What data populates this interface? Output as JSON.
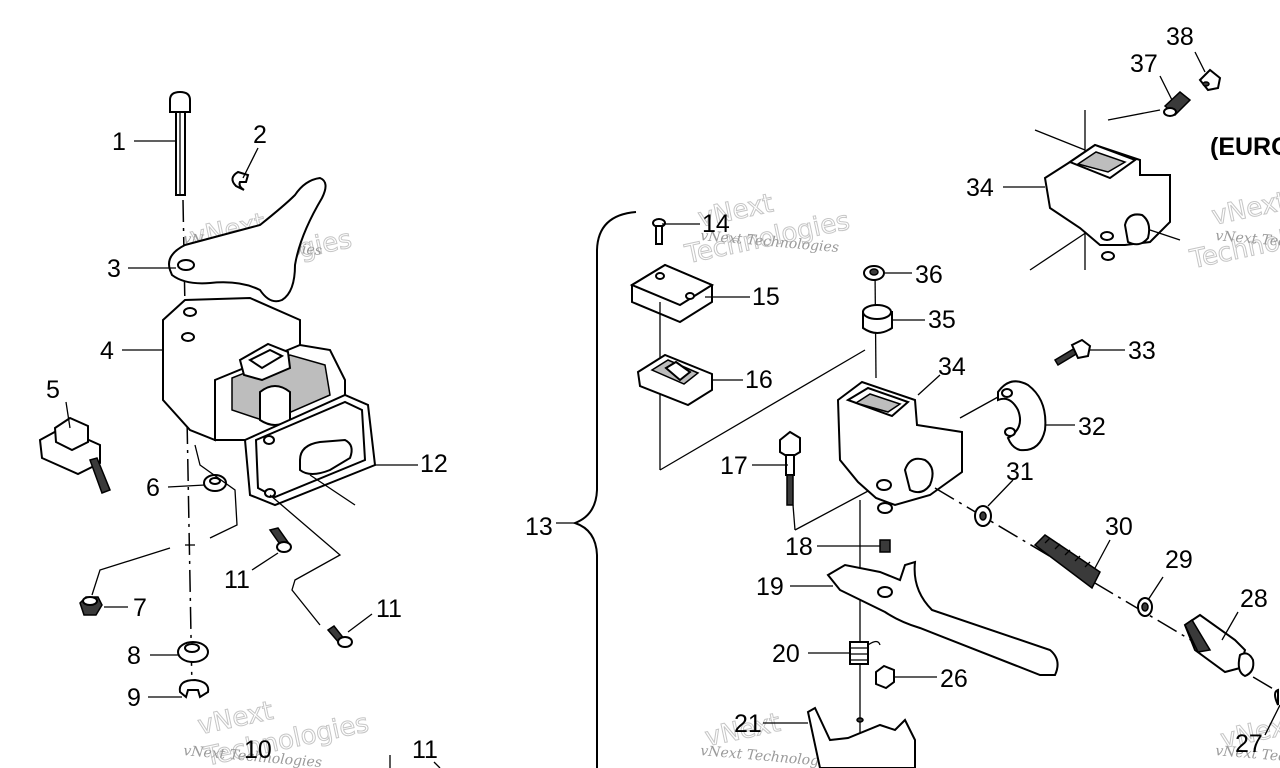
{
  "diagram": {
    "region_label": "(EURO",
    "watermark_small": "vNext Technologies",
    "watermark_big_line1": "vNext",
    "watermark_big_line2": "Technologies",
    "callouts": [
      {
        "id": "c1",
        "text": "1"
      },
      {
        "id": "c2",
        "text": "2"
      },
      {
        "id": "c3",
        "text": "3"
      },
      {
        "id": "c4",
        "text": "4"
      },
      {
        "id": "c5",
        "text": "5"
      },
      {
        "id": "c6",
        "text": "6"
      },
      {
        "id": "c7",
        "text": "7"
      },
      {
        "id": "c8",
        "text": "8"
      },
      {
        "id": "c9",
        "text": "9"
      },
      {
        "id": "c10",
        "text": "10"
      },
      {
        "id": "c11a",
        "text": "11"
      },
      {
        "id": "c11b",
        "text": "11"
      },
      {
        "id": "c11c",
        "text": "11"
      },
      {
        "id": "c12",
        "text": "12"
      },
      {
        "id": "c13",
        "text": "13"
      },
      {
        "id": "c14",
        "text": "14"
      },
      {
        "id": "c15",
        "text": "15"
      },
      {
        "id": "c16",
        "text": "16"
      },
      {
        "id": "c17",
        "text": "17"
      },
      {
        "id": "c18",
        "text": "18"
      },
      {
        "id": "c19",
        "text": "19"
      },
      {
        "id": "c20",
        "text": "20"
      },
      {
        "id": "c21",
        "text": "21"
      },
      {
        "id": "c26",
        "text": "26"
      },
      {
        "id": "c27",
        "text": "27"
      },
      {
        "id": "c28",
        "text": "28"
      },
      {
        "id": "c29",
        "text": "29"
      },
      {
        "id": "c30",
        "text": "30"
      },
      {
        "id": "c31",
        "text": "31"
      },
      {
        "id": "c32",
        "text": "32"
      },
      {
        "id": "c33",
        "text": "33"
      },
      {
        "id": "c34a",
        "text": "34"
      },
      {
        "id": "c34b",
        "text": "34"
      },
      {
        "id": "c35",
        "text": "35"
      },
      {
        "id": "c36",
        "text": "36"
      },
      {
        "id": "c37",
        "text": "37"
      },
      {
        "id": "c38",
        "text": "38"
      }
    ]
  }
}
